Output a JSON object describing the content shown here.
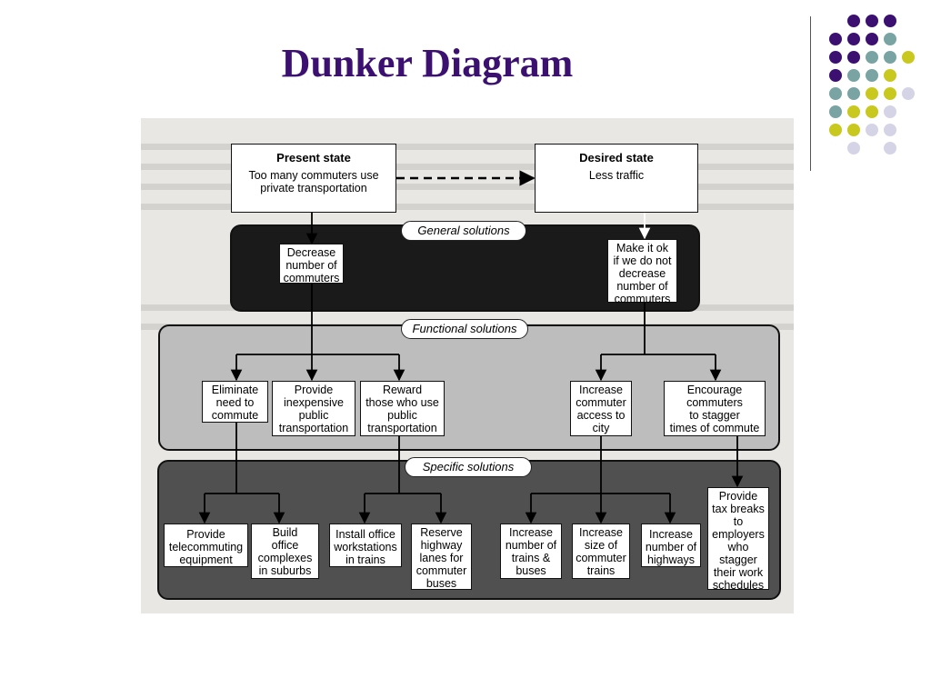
{
  "slide": {
    "title": "Dunker Diagram"
  },
  "colors": {
    "title": "#3b1070",
    "purple": "#3b1070",
    "teal": "#7aa3a3",
    "olive": "#c8c81e",
    "lavender": "#d4d4e6"
  },
  "diagram": {
    "present_state": {
      "heading": "Present state",
      "text": "Too many commuters use\nprivate transportation"
    },
    "desired_state": {
      "heading": "Desired state",
      "text": "Less traffic"
    },
    "general_label": "General solutions",
    "functional_label": "Functional solutions",
    "specific_label": "Specific solutions",
    "general": [
      "Decrease\nnumber of\ncommuters",
      "Make it ok\nif we do not\ndecrease\nnumber of\ncommuters"
    ],
    "functional": [
      "Eliminate\nneed to\ncommute",
      "Provide\ninexpensive\npublic\ntransportation",
      "Reward\nthose who use\npublic\ntransportation",
      "Increase\ncommuter\naccess to\ncity",
      "Encourage\ncommuters\nto stagger\ntimes of commute"
    ],
    "specific": [
      "Provide\ntelecommuting\nequipment",
      "Build\noffice\ncomplexes\nin suburbs",
      "Install office\nworkstations\nin trains",
      "Reserve\nhighway\nlanes for\ncommuter\nbuses",
      "Increase\nnumber of\ntrains &\nbuses",
      "Increase\nsize of\ncommuter\ntrains",
      "Increase\nnumber of\nhighways",
      "Provide\ntax breaks\nto\nemployers\nwho\nstagger\ntheir work\nschedules"
    ]
  }
}
